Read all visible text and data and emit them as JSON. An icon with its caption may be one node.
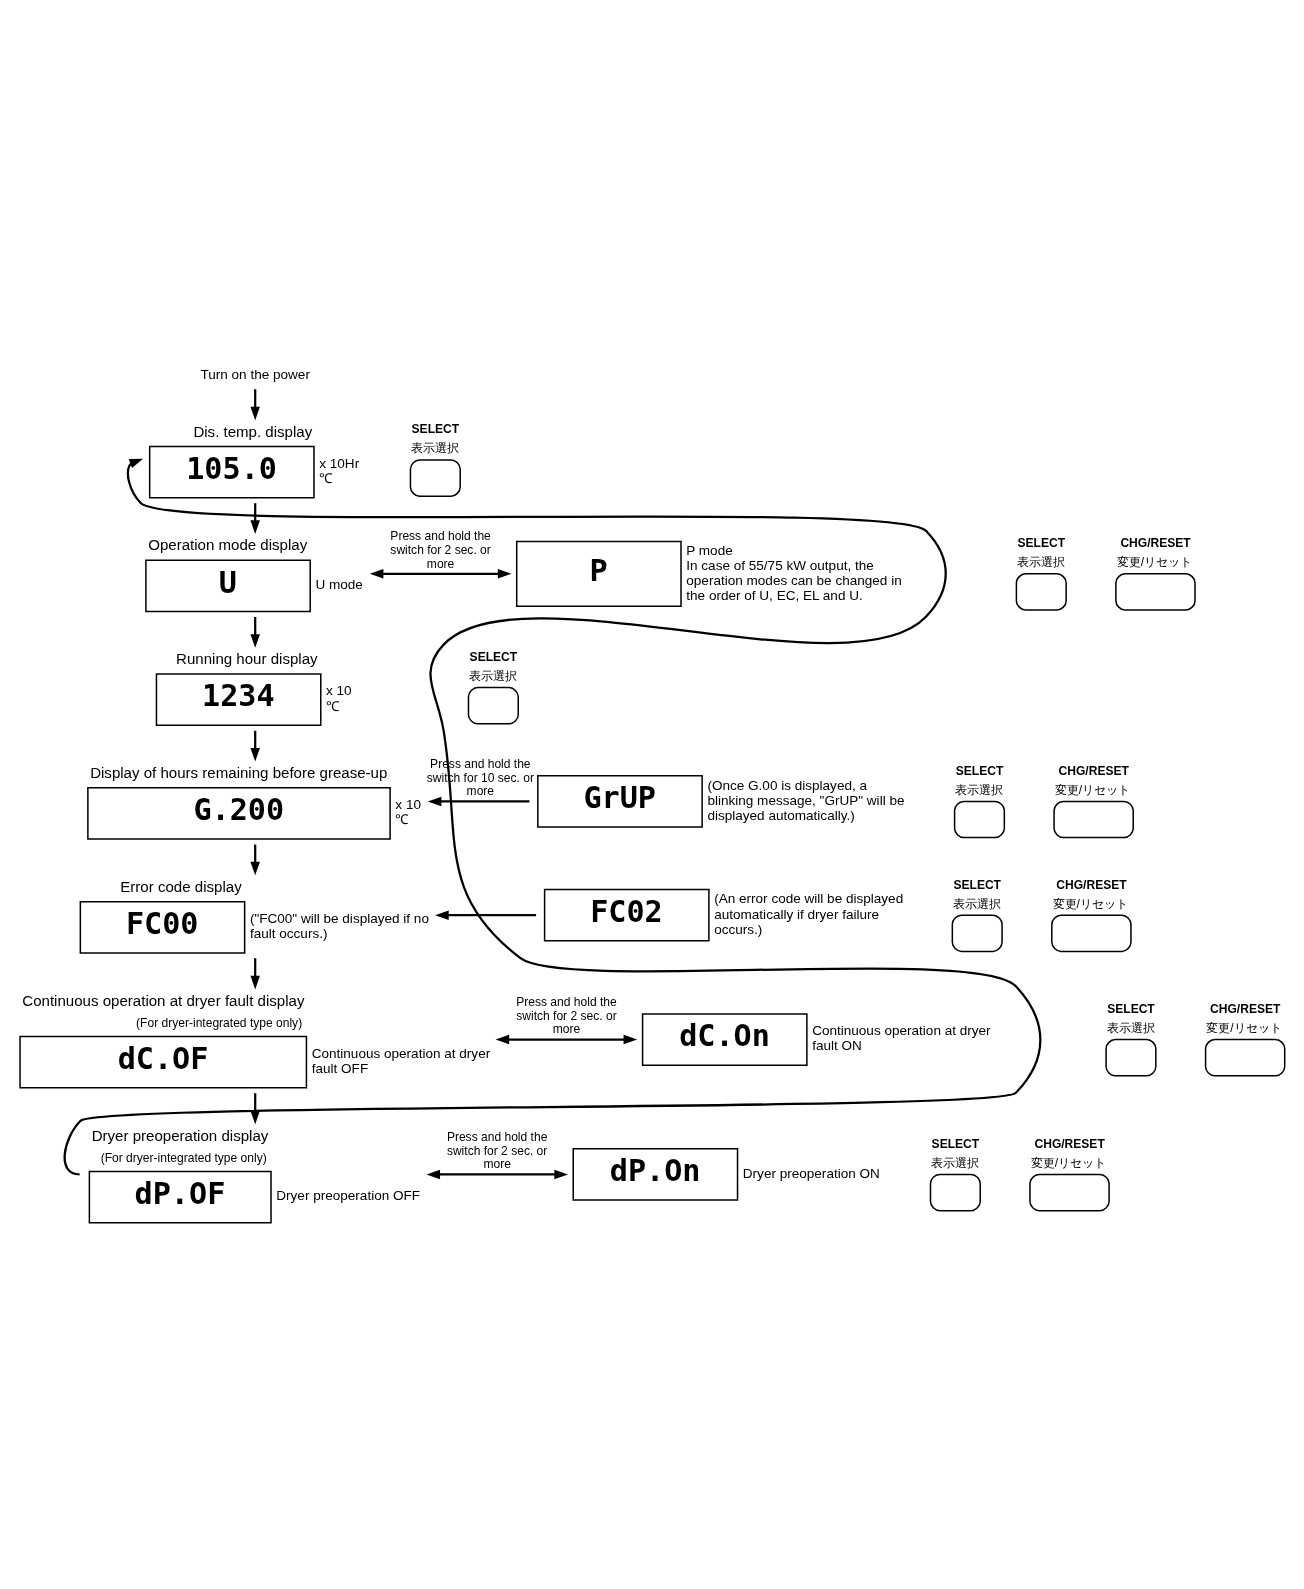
{
  "diagram": {
    "nodes": [
      {
        "text": [
          "Turn on the power"
        ]
      },
      {
        "text": [
          "Dis. temp. display",
          "105.0"
        ],
        "beside": [
          "x 10Hr",
          "℃"
        ]
      },
      {
        "text": [
          "SELECT",
          "表示選択"
        ]
      },
      {
        "text": [
          "CHG/RESET",
          "変更/リセット"
        ]
      },
      {
        "text": [
          "Operation mode display",
          "U"
        ],
        "beside": [
          "U mode"
        ]
      },
      {
        "text": [
          "P"
        ],
        "beside": [
          "P mode",
          "In case of 55/75 kW output, the operation modes can be changed in the order of U, EC, EL and U."
        ]
      },
      {
        "text": [
          "SELECT",
          "表示選択"
        ]
      },
      {
        "text": [
          "Running hour display",
          "1234"
        ],
        "beside": [
          "x 10",
          "℃"
        ]
      },
      {
        "text": [
          "SELECT",
          "表示選択"
        ]
      },
      {
        "text": [
          "CHG/RESET",
          "変更/リセット"
        ]
      },
      {
        "text": [
          "Display of hours remaining before grease-up",
          "G.200"
        ],
        "beside": [
          "x 10",
          "℃"
        ]
      },
      {
        "text": [
          "GrUP"
        ],
        "beside": [
          "(Once G.00 is displayed, a blinking message, \"GrUP\" will be displayed automatically.)"
        ]
      },
      {
        "text": [
          "SELECT",
          "表示選択"
        ]
      },
      {
        "text": [
          "CHG/RESET",
          "変更/リセット"
        ]
      },
      {
        "text": [
          "Error code display",
          "FC00"
        ],
        "beside": [
          "(\"FC00\" will be displayed if no fault occurs.)"
        ]
      },
      {
        "text": [
          "FC02"
        ],
        "beside": [
          "(An error code will be displayed automatically if dryer failure occurs.)"
        ]
      },
      {
        "text": [
          "SELECT",
          "表示選択"
        ]
      },
      {
        "text": [
          "CHG/RESET",
          "変更/リセット"
        ]
      },
      {
        "text": [
          "Continuous operation at dryer fault display",
          "(For dryer-integrated type only)",
          "dC.OF"
        ],
        "beside": [
          "Continuous operation at dryer fault OFF"
        ]
      },
      {
        "text": [
          "dC.On"
        ],
        "beside": [
          "Continuous operation at dryer fault ON"
        ]
      },
      {
        "text": [
          "SELECT",
          "表示選択"
        ]
      },
      {
        "text": [
          "CHG/RESET",
          "変更/リセット"
        ]
      },
      {
        "text": [
          "Dryer preoperation display",
          "(For dryer-integrated type only)",
          "dP.OF"
        ],
        "beside": [
          "Dryer preoperation OFF"
        ]
      },
      {
        "text": [
          "dP.On"
        ],
        "beside": [
          "Dryer preoperation ON"
        ]
      },
      {
        "text": [
          "SELECT",
          "表示選択"
        ]
      }
    ],
    "edges": [
      {
        "from": 0,
        "to": 1,
        "arrow": "to"
      },
      {
        "from": 1,
        "to": 4,
        "arrow": "to"
      },
      {
        "from": 4,
        "to": 5,
        "arrow": "both",
        "label": "Press and hold the switch for 2 sec. or more"
      },
      {
        "from": 4,
        "to": 7,
        "arrow": "to"
      },
      {
        "from": 7,
        "to": 10,
        "arrow": "to"
      },
      {
        "from": 11,
        "to": 10,
        "arrow": "to",
        "label": "Press and hold the switch for 10 sec. or more"
      },
      {
        "from": 10,
        "to": 14,
        "arrow": "to"
      },
      {
        "from": 15,
        "to": 14,
        "arrow": "to"
      },
      {
        "from": 14,
        "to": 18,
        "arrow": "to"
      },
      {
        "from": 18,
        "to": 19,
        "arrow": "both",
        "label": "Press and hold the switch for 2 sec. or more"
      },
      {
        "from": 18,
        "to": 22,
        "arrow": "to"
      },
      {
        "from": 22,
        "to": 23,
        "arrow": "both",
        "label": "Press and hold the switch for 2 sec. or more"
      },
      {
        "from": 22,
        "to": 1,
        "arrow": "to"
      }
    ]
  }
}
